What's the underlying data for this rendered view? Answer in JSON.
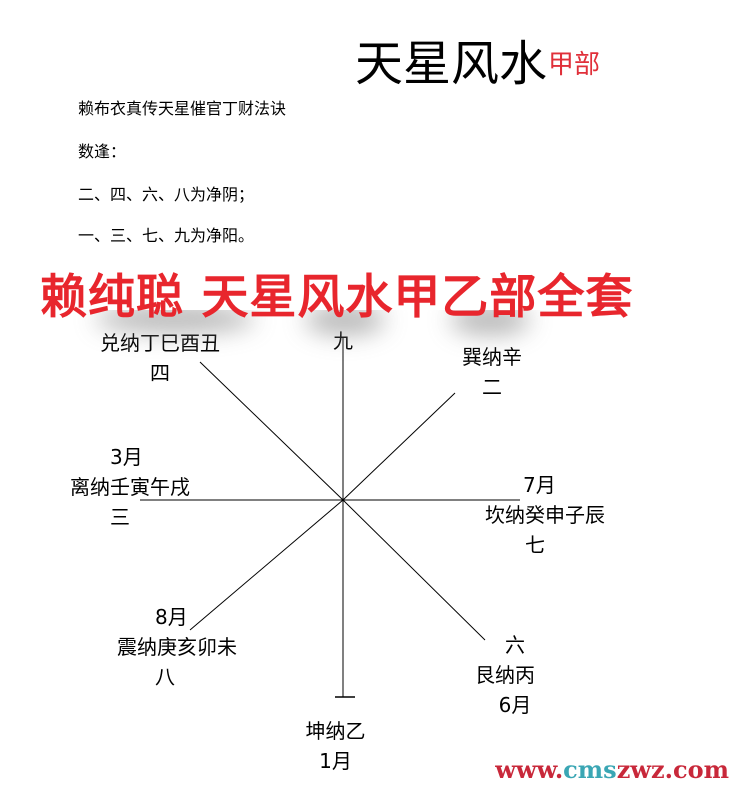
{
  "title": "天星风水",
  "title_suffix": "甲部",
  "lines": [
    "赖布衣真传天星催官丁财法诀",
    "数逢：",
    "二、四、六、八为净阴；",
    "一、三、七、九为净阳。"
  ],
  "banner": "赖纯聪 天星风水甲乙部全套",
  "diagram": {
    "nw": {
      "name": "兑纳丁巳酉丑",
      "num": "四"
    },
    "n": {
      "name": "九"
    },
    "ne": {
      "name": "巽纳辛",
      "num": "二"
    },
    "w": {
      "month": "3月",
      "name": "离纳壬寅午戌",
      "num": "三"
    },
    "e": {
      "month": "7月",
      "name": "坎纳癸申子辰",
      "num": "七"
    },
    "sw": {
      "month": "8月",
      "name": "震纳庚亥卯未",
      "num": "八"
    },
    "se": {
      "num": "六",
      "name": "艮纳丙",
      "month": "6月"
    },
    "s": {
      "num": "一",
      "name": "坤纳乙",
      "month": "1月"
    }
  },
  "watermark": {
    "a": "www.",
    "b": "cms",
    "c": "zwz.com"
  },
  "colors": {
    "banner": "#e8262d",
    "subtitle": "#e0303a"
  }
}
